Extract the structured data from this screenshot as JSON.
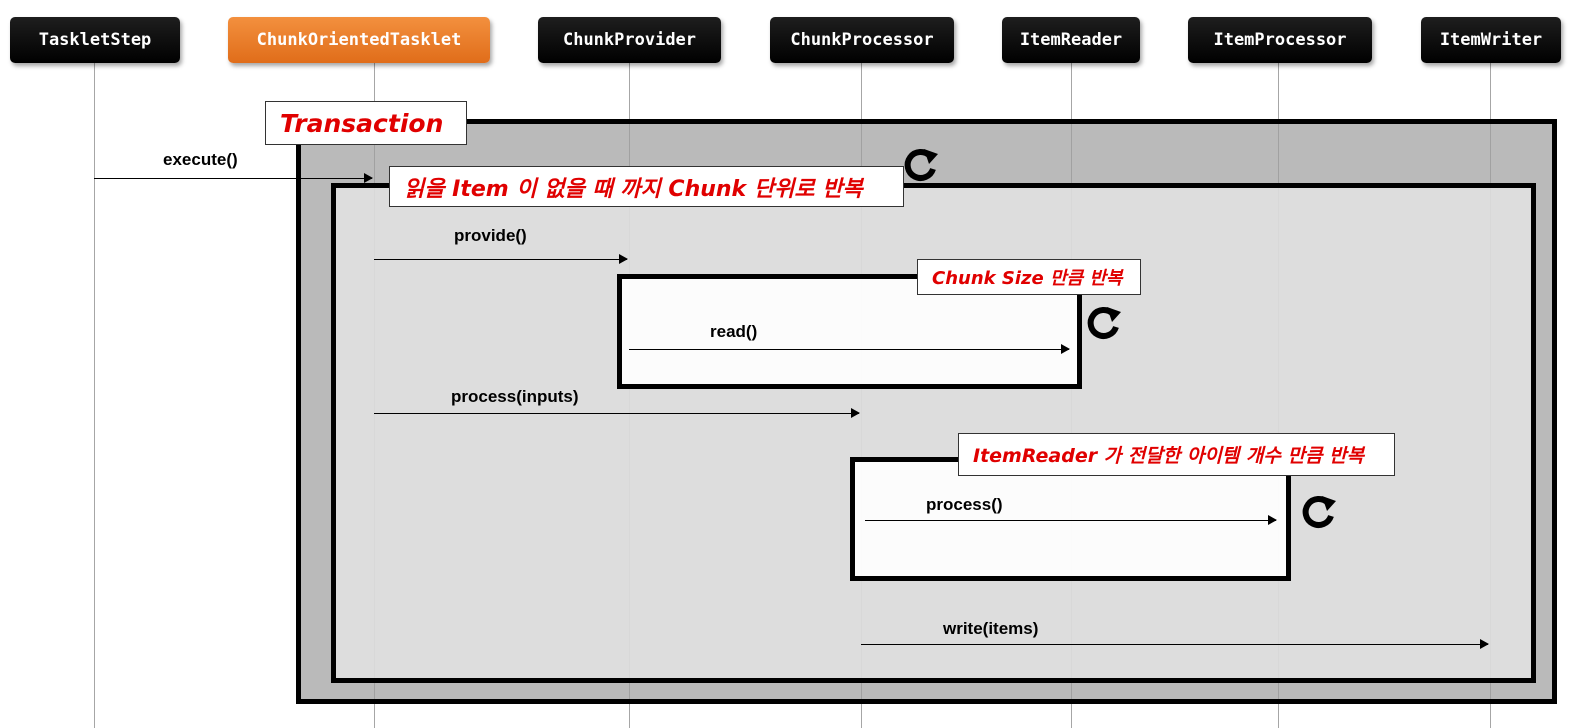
{
  "participants": [
    {
      "name": "TaskletStep",
      "highlight": false
    },
    {
      "name": "ChunkOrientedTasklet",
      "highlight": true
    },
    {
      "name": "ChunkProvider",
      "highlight": false
    },
    {
      "name": "ChunkProcessor",
      "highlight": false
    },
    {
      "name": "ItemReader",
      "highlight": false
    },
    {
      "name": "ItemProcessor",
      "highlight": false
    },
    {
      "name": "ItemWriter",
      "highlight": false
    }
  ],
  "frames": {
    "transaction": "Transaction",
    "chunk_loop": "읽을 Item 이 없을 때 까지 Chunk 단위로 반복",
    "read_loop": "Chunk Size 만큼 반복",
    "process_loop": "ItemReader 가 전달한 아이템 개수 만큼 반복"
  },
  "messages": {
    "execute": "execute()",
    "provide": "provide()",
    "read": "read()",
    "process_inputs": "process(inputs)",
    "process": "process()",
    "write": "write(items)"
  },
  "icons": {
    "loop": "refresh-icon"
  },
  "colors": {
    "accent": "#f07f2a",
    "frame_label": "#e00000",
    "outer_fill": "#bebebe",
    "inner_fill": "#d9d9d9"
  }
}
